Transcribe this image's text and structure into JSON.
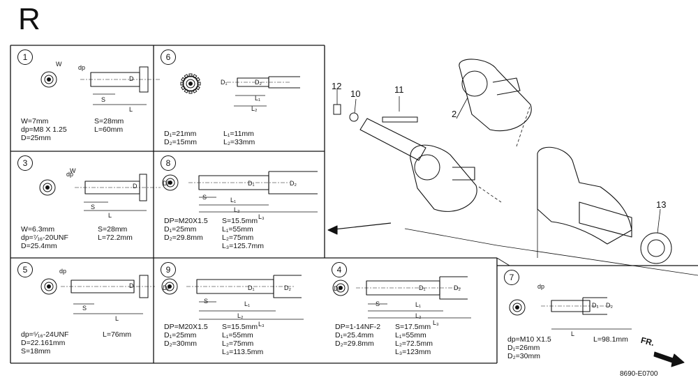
{
  "section_letter": "R",
  "diagram_code": "8690-E0700",
  "front_label": "FR.",
  "part_callouts": [
    "12",
    "10",
    "11",
    "2",
    "13"
  ],
  "panels": [
    {
      "id": "1",
      "specs": [
        {
          "l": "W=7mm",
          "r": "S=28mm"
        },
        {
          "l": "dp=M8 X 1.25",
          "r": "L=60mm"
        },
        {
          "l": "D=25mm",
          "r": ""
        }
      ],
      "dims": [
        "W",
        "dp",
        "S",
        "L",
        "D"
      ]
    },
    {
      "id": "6",
      "specs": [
        {
          "l": "D₁=21mm",
          "r": "L₁=11mm"
        },
        {
          "l": "D₂=15mm",
          "r": "L₂=33mm"
        }
      ],
      "dims": [
        "D₁",
        "D₂",
        "L₁",
        "L₂"
      ]
    },
    {
      "id": "3",
      "specs": [
        {
          "l": "W=6.3mm",
          "r": "S=28mm"
        },
        {
          "l": "dp=⁷⁄₁₆-20UNF",
          "r": "L=72.2mm"
        },
        {
          "l": "D=25.4mm",
          "r": ""
        }
      ],
      "dims": [
        "W",
        "dp",
        "S",
        "L",
        "D"
      ]
    },
    {
      "id": "8",
      "specs": [
        {
          "l": "DP=M20X1.5",
          "r": "S=15.5mm"
        },
        {
          "l": "D₁=25mm",
          "r": "L₁=55mm"
        },
        {
          "l": "D₂=29.8mm",
          "r": "L₂=75mm"
        },
        {
          "l": "",
          "r": "L₃=125.7mm"
        }
      ],
      "dims": [
        "DP",
        "S",
        "D₁",
        "D₂",
        "L₁",
        "L₂",
        "L₃"
      ]
    },
    {
      "id": "5",
      "specs": [
        {
          "l": "dp=⁵⁄₁₆-24UNF",
          "r": "L=76mm"
        },
        {
          "l": "D=22.161mm",
          "r": ""
        },
        {
          "l": "S=18mm",
          "r": ""
        }
      ],
      "dims": [
        "dp",
        "S",
        "L",
        "D"
      ]
    },
    {
      "id": "9",
      "specs": [
        {
          "l": "DP=M20X1.5",
          "r": "S=15.5mm"
        },
        {
          "l": "D₁=25mm",
          "r": "L₁=55mm"
        },
        {
          "l": "D₂=30mm",
          "r": "L₂=75mm"
        },
        {
          "l": "",
          "r": "L₃=113.5mm"
        }
      ],
      "dims": [
        "DP",
        "S",
        "D₁",
        "D₂",
        "L₁",
        "L₂",
        "L₃"
      ]
    },
    {
      "id": "4",
      "specs": [
        {
          "l": "DP=1-14NF-2",
          "r": "S=17.5mm"
        },
        {
          "l": "D₁=25.4mm",
          "r": "L₁=55mm"
        },
        {
          "l": "D₂=29.8mm",
          "r": "L₂=72.5mm"
        },
        {
          "l": "",
          "r": "L₃=123mm"
        }
      ],
      "dims": [
        "DP",
        "S",
        "D₁",
        "D₂",
        "L₁",
        "L₂",
        "L₃"
      ]
    },
    {
      "id": "7",
      "specs": [
        {
          "l": "dp=M10 X1.5",
          "r": "L=98.1mm"
        },
        {
          "l": "D₁=26mm",
          "r": ""
        },
        {
          "l": "D₂=30mm",
          "r": ""
        }
      ],
      "dims": [
        "dp",
        "D₁",
        "D₂",
        "L"
      ]
    }
  ],
  "colors": {
    "ink": "#111111",
    "paper": "#ffffff"
  }
}
